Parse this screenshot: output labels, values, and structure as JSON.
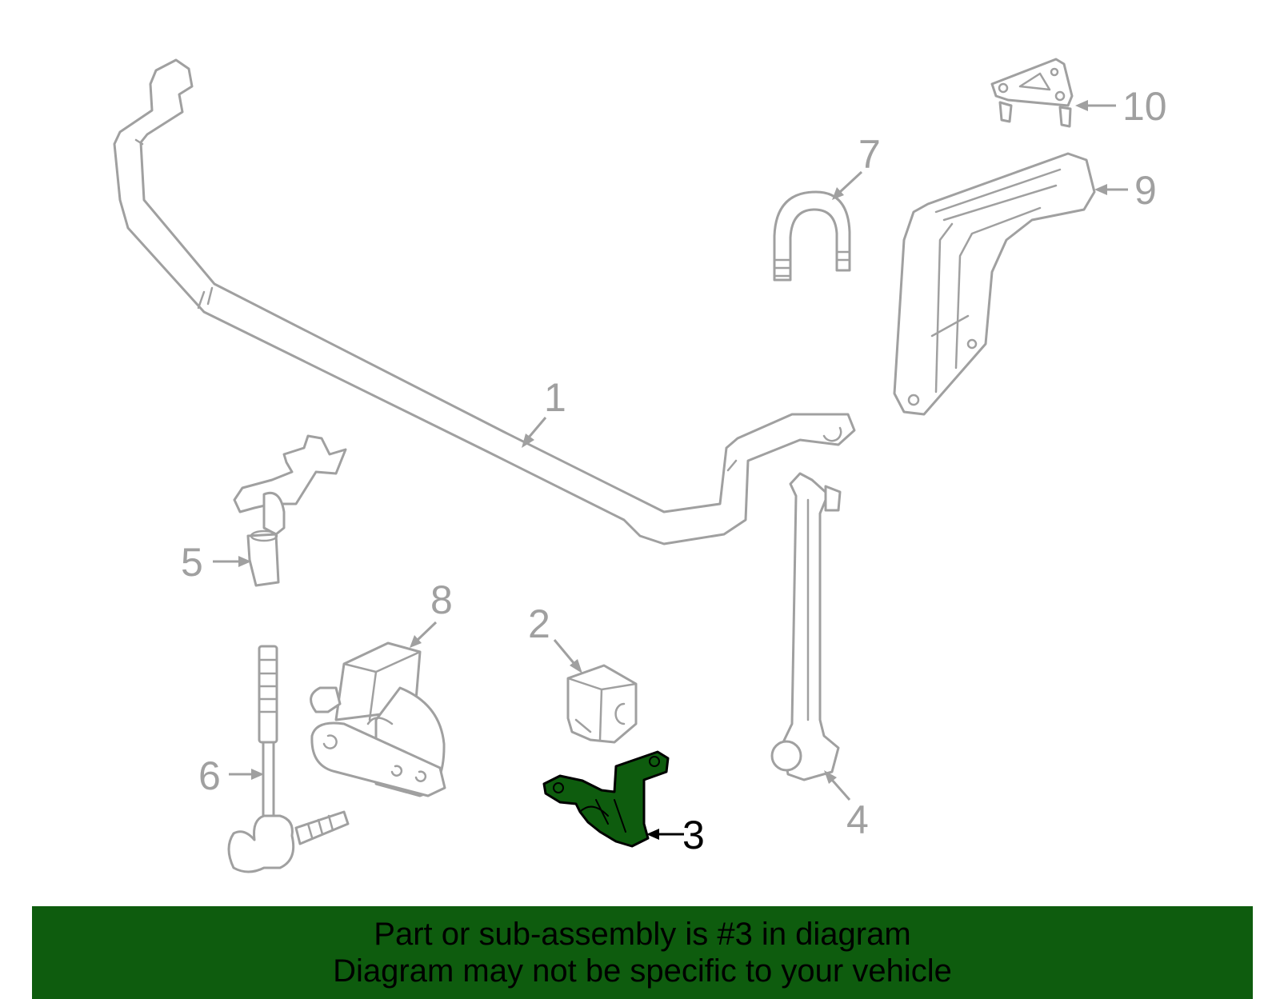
{
  "callouts": {
    "c1": "1",
    "c2": "2",
    "c3": "3",
    "c4": "4",
    "c5": "5",
    "c6": "6",
    "c7": "7",
    "c8": "8",
    "c9": "9",
    "c10": "10"
  },
  "highlighted_part": "3",
  "banner": {
    "line1": "Part or sub-assembly is #3 in diagram",
    "line2": "Diagram may not be specific to your vehicle"
  },
  "colors": {
    "highlight": "#0e5c0e",
    "part_outline": "#a0a0a0",
    "banner_bg": "#0e5c0e"
  }
}
